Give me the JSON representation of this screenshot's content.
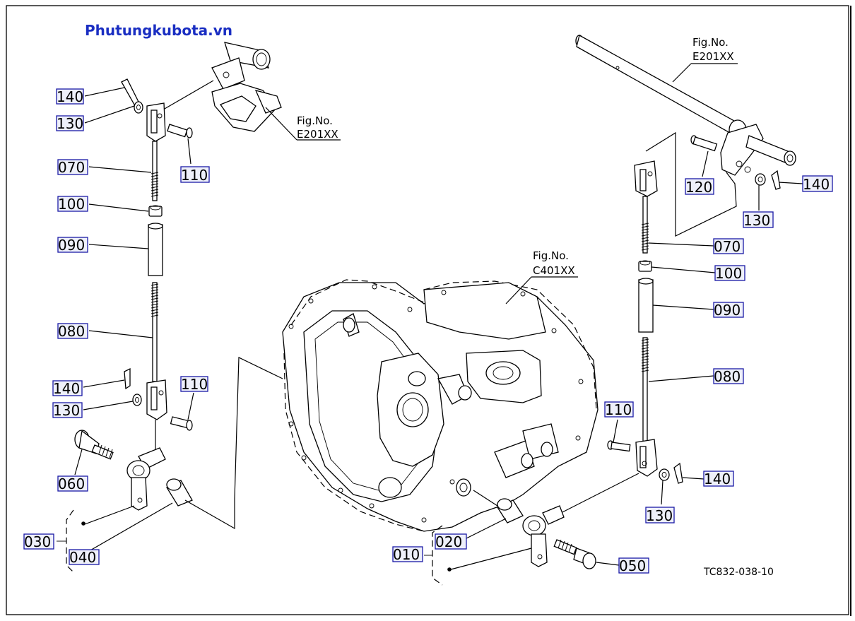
{
  "watermark": "Phutungkubota.vn",
  "drawing_code": "TC832-038-10",
  "fig_refs": {
    "upper_left": {
      "label": "Fig.No.",
      "number": "E201XX"
    },
    "upper_right": {
      "label": "Fig.No.",
      "number": "E201XX"
    },
    "center": {
      "label": "Fig.No.",
      "number": "C401XX"
    }
  },
  "callouts": {
    "left_140_top": "140",
    "left_130_top": "130",
    "left_070": "070",
    "left_110_top": "110",
    "left_100": "100",
    "left_090": "090",
    "left_080": "080",
    "left_140_bottom": "140",
    "left_130_bottom": "130",
    "left_110_bottom": "110",
    "left_060": "060",
    "left_030": "030",
    "left_040": "040",
    "right_120": "120",
    "right_140_top": "140",
    "right_130_top": "130",
    "right_070": "070",
    "right_100": "100",
    "right_090": "090",
    "right_080": "080",
    "right_110": "110",
    "right_140_bottom": "140",
    "right_130_bottom": "130",
    "right_020": "020",
    "right_010": "010",
    "right_050": "050"
  }
}
